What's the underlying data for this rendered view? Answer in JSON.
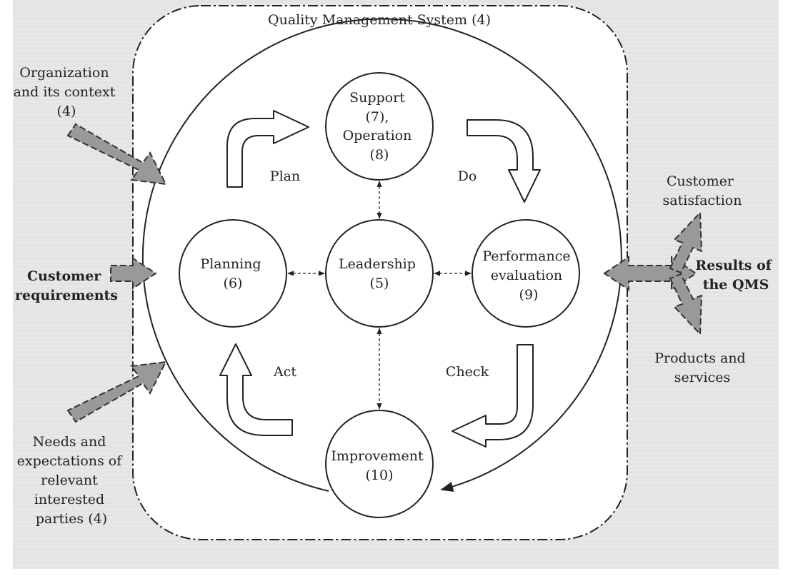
{
  "title": "Quality Management System (4)",
  "nodes": {
    "support": [
      "Support",
      "(7),",
      "Operation",
      "(8)"
    ],
    "planning": [
      "Planning",
      "(6)"
    ],
    "leadership": [
      "Leadership",
      "(5)"
    ],
    "performance": [
      "Performance",
      "evaluation",
      "(9)"
    ],
    "improvement": [
      "Improvement",
      "(10)"
    ]
  },
  "cycle": {
    "plan": "Plan",
    "do": "Do",
    "check": "Check",
    "act": "Act"
  },
  "inputs": {
    "organization": [
      "Organization",
      "and its context",
      "(4)"
    ],
    "customer_requirements": [
      "Customer",
      "requirements"
    ],
    "needs": [
      "Needs and",
      "expectations of",
      "relevant",
      "interested",
      "parties (4)"
    ]
  },
  "outputs": {
    "satisfaction": [
      "Customer",
      "satisfaction"
    ],
    "results": [
      "Results of",
      "the QMS"
    ],
    "products": [
      "Products and",
      "services"
    ]
  },
  "colors": {
    "background_panel": "#e6e6e6",
    "arrow_fill": "#999999",
    "line": "#222222"
  }
}
